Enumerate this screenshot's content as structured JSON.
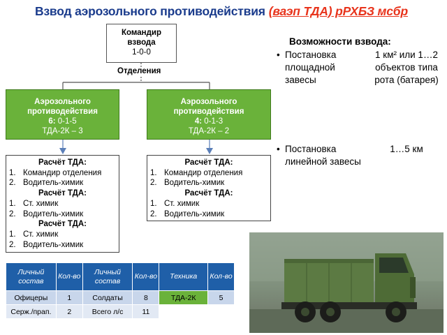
{
  "title": {
    "main": "Взвод аэрозольного противодействия",
    "sub": "(ваэп ТДА) рРХБЗ мсбр"
  },
  "commander": {
    "line1": "Командир",
    "line2": "взвода",
    "strength": "1-0-0"
  },
  "branches_label": "Отделения",
  "squads": [
    {
      "line1": "Аэрозольного",
      "line2": "противодействия",
      "count": "6:",
      "strength": "0-1-5",
      "equipment": "ТДА-2К – 3"
    },
    {
      "line1": "Аэрозольного",
      "line2": "противодействия",
      "count": "4:",
      "strength": "0-1-3",
      "equipment": "ТДА-2К – 2"
    }
  ],
  "crew_left": [
    {
      "heading": "Расчёт ТДА:",
      "items": [
        {
          "n": "1.",
          "t": "Командир отделения"
        },
        {
          "n": "2.",
          "t": "Водитель-химик"
        }
      ]
    },
    {
      "heading": "Расчёт ТДА:",
      "items": [
        {
          "n": "1.",
          "t": "Ст. химик"
        },
        {
          "n": "2.",
          "t": "Водитель-химик"
        }
      ]
    },
    {
      "heading": "Расчёт ТДА:",
      "items": [
        {
          "n": "1.",
          "t": "Ст. химик"
        },
        {
          "n": "2.",
          "t": "Водитель-химик"
        }
      ]
    }
  ],
  "crew_right": [
    {
      "heading": "Расчёт ТДА:",
      "items": [
        {
          "n": "1.",
          "t": "Командир отделения"
        },
        {
          "n": "2.",
          "t": "Водитель-химик"
        }
      ]
    },
    {
      "heading": "Расчёт ТДА:",
      "items": [
        {
          "n": "1.",
          "t": "Ст. химик"
        },
        {
          "n": "2.",
          "t": "Водитель-химик"
        }
      ]
    }
  ],
  "capabilities": {
    "title": "Возможности взвода:",
    "items": [
      {
        "bullet": "•",
        "label": "Постановка площадной завесы",
        "value": "1 км² или 1…2 объектов типа рота (батарея)"
      },
      {
        "bullet": "•",
        "label": "Постановка линейной завесы",
        "value": "1…5 км"
      }
    ]
  },
  "table": {
    "headers": [
      "Личный состав",
      "Кол-во",
      "Личный состав",
      "Кол-во",
      "Техника",
      "Кол-во"
    ],
    "rows": [
      [
        "Офицеры",
        "1",
        "Солдаты",
        "8",
        "ТДА-2К",
        "5"
      ],
      [
        "Серж./прап.",
        "2",
        "Всего л/с",
        "11",
        "",
        ""
      ]
    ]
  },
  "colors": {
    "title": "#1a3b8c",
    "subtitle": "#e8341c",
    "squad_fill": "#6ab23a",
    "table_header": "#1f5fa8"
  },
  "photo": {
    "subject": "military-truck-photo"
  }
}
